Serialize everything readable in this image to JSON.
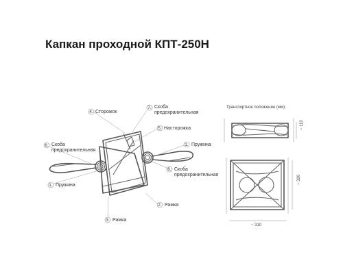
{
  "title": "Капкан проходной КПТ-250Н",
  "callouts": {
    "c4": {
      "num": "4.",
      "text": "Сторожок"
    },
    "c7": {
      "num": "7.",
      "line1": "Скоба",
      "line2": "предохранительная"
    },
    "c5": {
      "num": "5.",
      "text": "Насторожка"
    },
    "c1r": {
      "num": "1.",
      "text": "Пружина"
    },
    "c6l": {
      "num": "6.",
      "line1": "Скоба",
      "line2": "предохранительная"
    },
    "c6r": {
      "num": "6.",
      "line1": "Скоба",
      "line2": "предохранительная"
    },
    "c1l": {
      "num": "1.",
      "text": "Пружина"
    },
    "c2": {
      "num": "2.",
      "text": "Рамка"
    },
    "c3": {
      "num": "3.",
      "text": "Рамка"
    }
  },
  "transport": {
    "caption": "Транспортное положение (мм):",
    "dim_height_small": "~ 110",
    "dim_height_large": "~ 320",
    "dim_width": "~ 310"
  },
  "colors": {
    "wire": "#555555",
    "callout_circle": "#888888"
  }
}
